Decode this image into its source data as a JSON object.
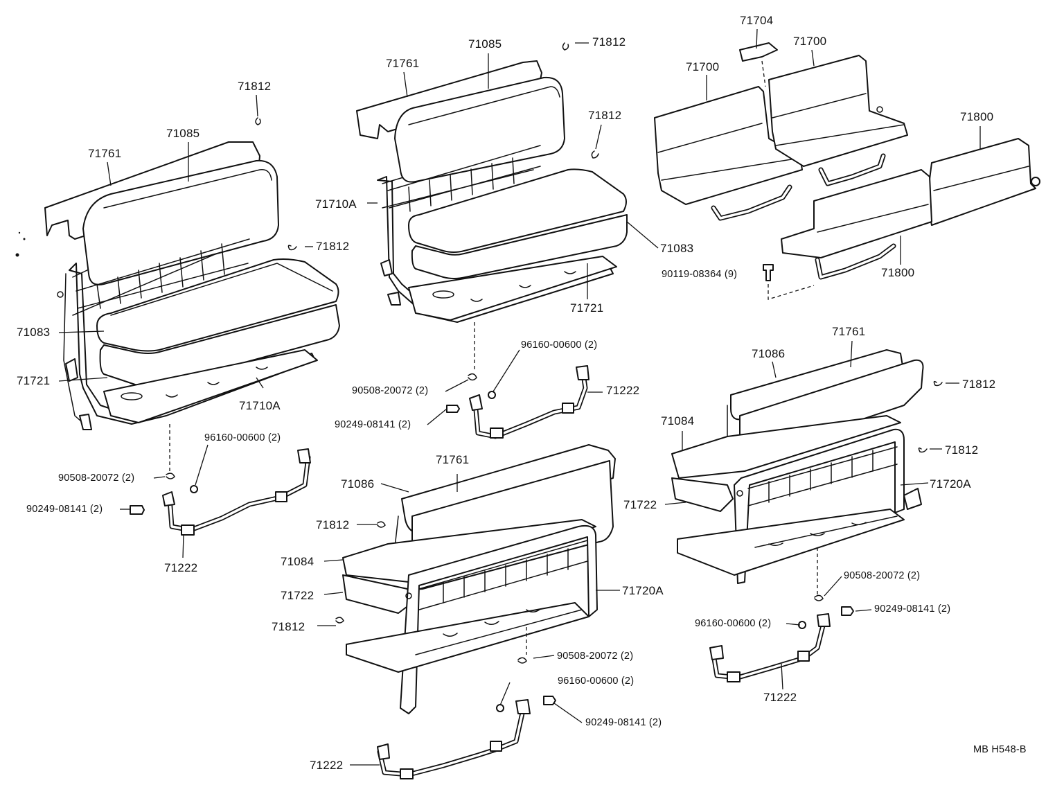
{
  "labels": {
    "l_71812_a": "71812",
    "l_71085_a": "71085",
    "l_71761_a": "71761",
    "l_71812_b": "71812",
    "l_71083_a": "71083",
    "l_71721_a": "71721",
    "l_71710A_a": "71710A",
    "l_96160_a": "96160-00600 (2)",
    "l_90508_a": "90508-20072 (2)",
    "l_90249_a": "90249-08141 (2)",
    "l_71222_a": "71222",
    "l_71085_b": "71085",
    "l_71812_c": "71812",
    "l_71761_b": "71761",
    "l_71812_d": "71812",
    "l_71710A_b": "71710A",
    "l_71083_b": "71083",
    "l_71721_b": "71721",
    "l_96160_b": "96160-00600 (2)",
    "l_90508_b": "90508-20072 (2)",
    "l_71222_b": "71222",
    "l_90249_b": "90249-08141 (2)",
    "l_71704": "71704",
    "l_71700_a": "71700",
    "l_71700_b": "71700",
    "l_71800_a": "71800",
    "l_90119": "90119-08364 (9)",
    "l_71800_b": "71800",
    "l_71761_c": "71761",
    "l_71086_a": "71086",
    "l_71812_e": "71812",
    "l_71084_a": "71084",
    "l_71812_f": "71812",
    "l_71720A_a": "71720A",
    "l_71722_a": "71722",
    "l_90508_c": "90508-20072 (2)",
    "l_96160_c": "96160-00600 (2)",
    "l_90249_c": "90249-08141 (2)",
    "l_71222_c": "71222",
    "l_71761_d": "71761",
    "l_71086_b": "71086",
    "l_71812_g": "71812",
    "l_71084_b": "71084",
    "l_71722_b": "71722",
    "l_71720A_b": "71720A",
    "l_71812_h": "71812",
    "l_90508_d": "90508-20072 (2)",
    "l_96160_d": "96160-00600 (2)",
    "l_90249_d": "90249-08141 (2)",
    "l_71222_d": "71222",
    "footer": "MB  H548-B"
  }
}
